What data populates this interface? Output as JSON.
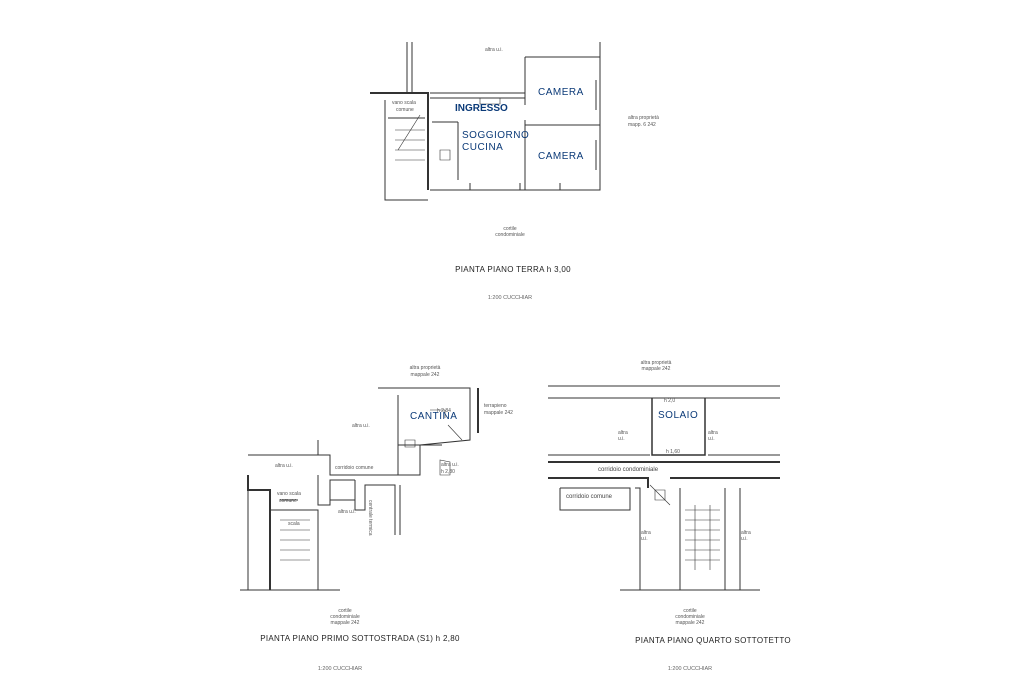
{
  "ground_floor": {
    "rooms": {
      "ingresso": "INGRESSO",
      "camera_top": "CAMERA",
      "soggiorno": "SOGGIORNO",
      "cucina": "CUCINA",
      "camera_bottom": "CAMERA"
    },
    "notes": {
      "altra_top": "altra u.i.",
      "vano_scala_1": "vano scala",
      "vano_scala_2": "comune",
      "altra_prop_1": "altra proprietà",
      "altra_prop_2": "mapp. 6 242",
      "cortile_1": "cortile",
      "cortile_2": "condominiale"
    },
    "title": "PIANTA PIANO TERRA h 3,00",
    "scale": "1:200 CUCCHIAR"
  },
  "basement": {
    "rooms": {
      "cantina": "CANTINA",
      "cantina_h": "h 2,84"
    },
    "notes": {
      "altra_prop_1": "altra proprietà",
      "altra_prop_2": "mappale 242",
      "terrapieno_1": "terrapieno",
      "terrapieno_2": "mappale 242",
      "altra_mid": "altra u.i.",
      "corridoio": "corridoio comune",
      "altra_left": "altra u.i.",
      "vano_1": "vano scala",
      "vano_2": "comune",
      "altra_small": "altra u.i.",
      "altra_small_h": "h 2,80",
      "scala_small": "scala",
      "bagno": "altra u.i.",
      "centrale": "centrale termica",
      "cortile_1": "cortile",
      "cortile_2": "condominiale",
      "cortile_3": "mappale 242"
    },
    "title": "PIANTA PIANO PRIMO SOTTOSTRADA (S1) h 2,80",
    "scale": "1:200 CUCCHIAR"
  },
  "attic": {
    "rooms": {
      "solaio": "SOLAIO"
    },
    "notes": {
      "top_1": "altra proprietà",
      "top_2": "mappale 242",
      "solaio_h": "h 2,0",
      "altra_left_1": "altra",
      "altra_left_2": "u.i.",
      "altra_right_1": "altra",
      "altra_right_2": "u.i.",
      "solaio_low": "h 1,60",
      "corridoio": "corridoio condominiale",
      "corridoio_2": "corridoio comune",
      "altra_bl_1": "altra",
      "altra_bl_2": "u.i.",
      "altra_br_1": "altra",
      "altra_br_2": "u.i.",
      "cortile_1": "cortile",
      "cortile_2": "condominiale",
      "cortile_3": "mappale 242"
    },
    "title": "PIANTA PIANO QUARTO SOTTOTETTO",
    "scale": "1:200 CUCCHIAR"
  }
}
